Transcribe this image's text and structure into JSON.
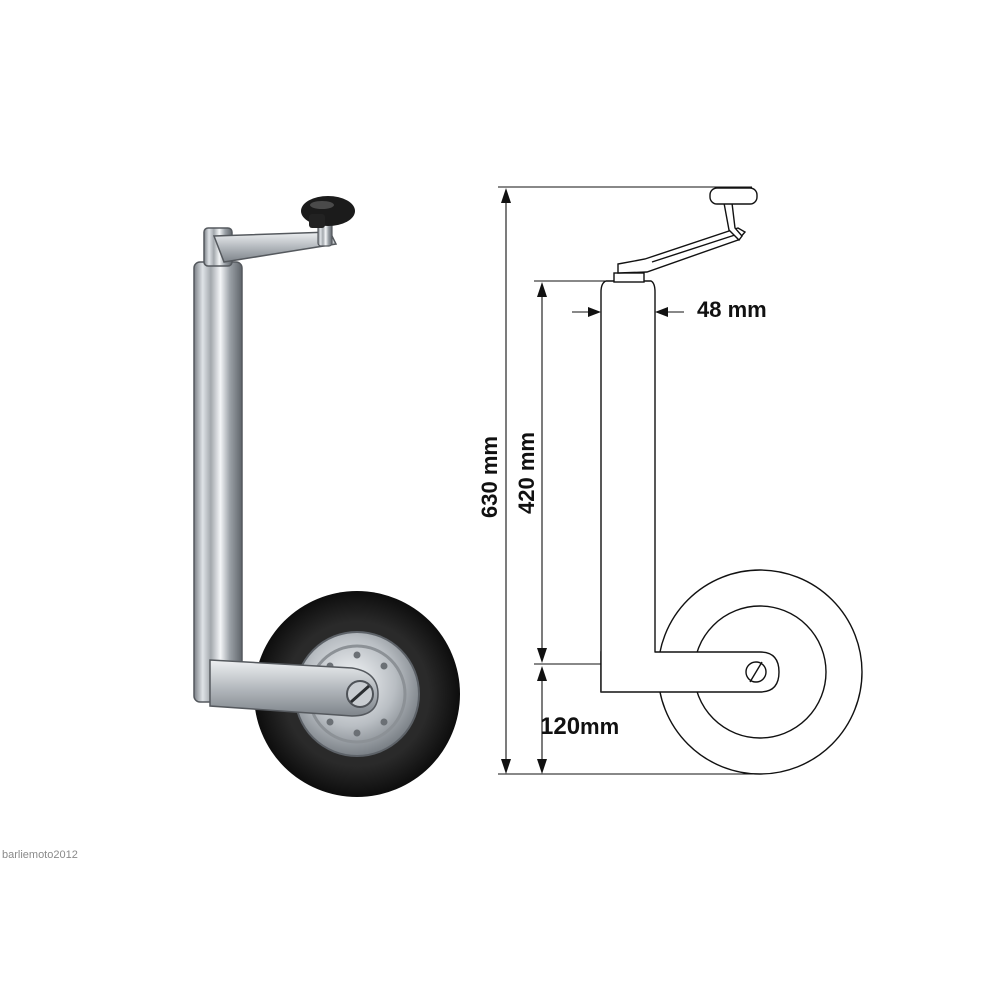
{
  "dimensions": {
    "total_height": "630 mm",
    "tube_length": "420 mm",
    "tube_diameter": "48 mm",
    "wheel_offset_value": "120",
    "wheel_offset_unit": "mm"
  },
  "watermark": "barliemoto2012",
  "colors": {
    "line": "#111111",
    "tyre": "#1a1a1a",
    "chrome_dark": "#6f7479",
    "chrome_light": "#eef0f2",
    "knob": "#1b1b1b"
  }
}
